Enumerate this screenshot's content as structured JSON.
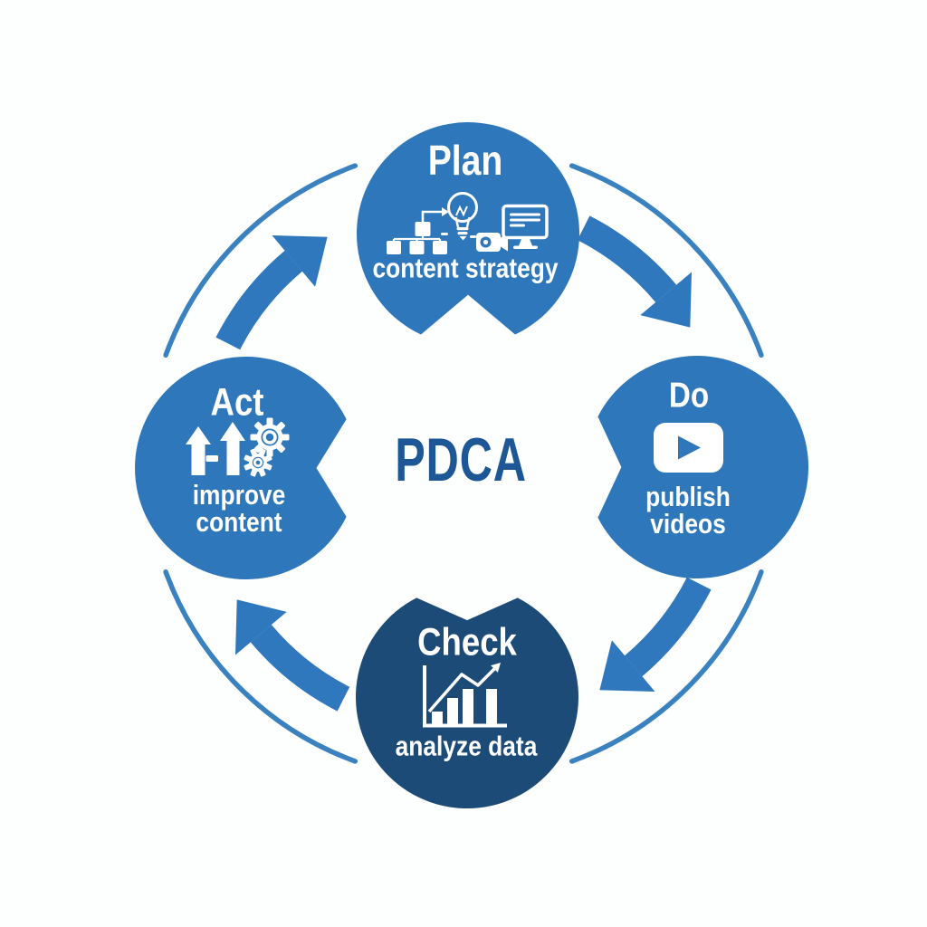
{
  "diagram": {
    "type": "pdca-cycle",
    "center_label": "PDCA",
    "colors": {
      "primary_blue": "#2e77ba",
      "dark_navy": "#1d4b77",
      "arrow_blue": "#3078bd",
      "ring_blue": "#3a81c0",
      "center_title_text": "#1d5795",
      "label_text": "#ffffff",
      "background": "#fdfefe"
    },
    "stages": [
      {
        "id": "plan",
        "title": "Plan",
        "subtitle": "content strategy",
        "position": "top",
        "color": "#2e77ba",
        "icons": [
          "sitemap-icon",
          "lightbulb-icon",
          "video-camera-icon",
          "monitor-icon"
        ]
      },
      {
        "id": "do",
        "title": "Do",
        "subtitle": "publish videos",
        "position": "right",
        "color": "#2e77ba",
        "icons": [
          "youtube-play-icon"
        ]
      },
      {
        "id": "check",
        "title": "Check",
        "subtitle": "analyze data",
        "position": "bottom",
        "color": "#1d4b77",
        "icons": [
          "bar-chart-growth-icon"
        ]
      },
      {
        "id": "act",
        "title": "Act",
        "subtitle": "improve content",
        "position": "left",
        "color": "#2e77ba",
        "icons": [
          "upgrade-arrows-icon",
          "gears-icon"
        ]
      }
    ]
  }
}
